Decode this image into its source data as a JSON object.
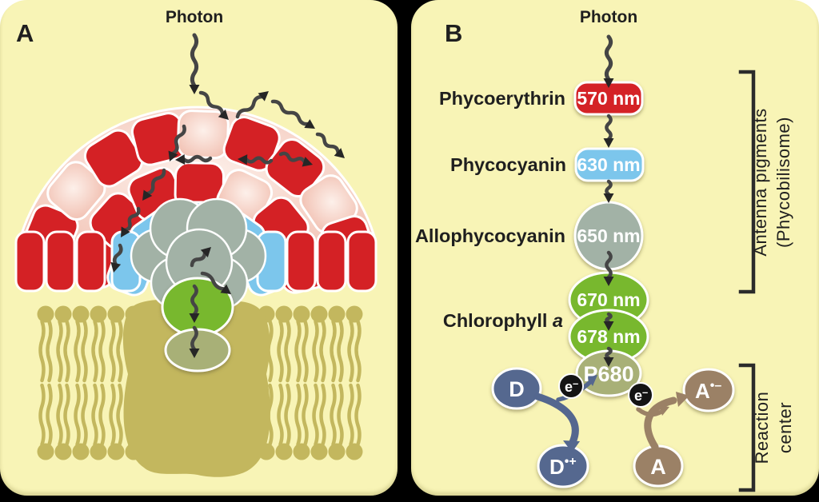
{
  "panel_a": {
    "label": "A",
    "photon_label": "Photon"
  },
  "panel_b": {
    "label": "B",
    "photon_label": "Photon",
    "pigment_labels": {
      "phycoerythrin": "Phycoerythrin",
      "phycocyanin": "Phycocyanin",
      "allophycocyanin": "Allophycocyanin",
      "chlorophyll_prefix": "Chlorophyll ",
      "chlorophyll_italic": "a"
    },
    "nodes": {
      "phycoerythrin_nm": "570 nm",
      "phycocyanin_nm": "630 nm",
      "allophycocyanin_nm": "650 nm",
      "chlorophyll_nm_1": "670 nm",
      "chlorophyll_nm_2": "678 nm",
      "reaction_center": "P680"
    },
    "reaction": {
      "donor": "D",
      "donor_oxidized_base": "D",
      "donor_oxidized_sup": "•+",
      "acceptor": "A",
      "acceptor_reduced_base": "A",
      "acceptor_reduced_sup": "•–",
      "electron_base": "e",
      "electron_sup": "–"
    },
    "brackets": {
      "antenna_line1": "Antenna pigments",
      "antenna_line2": "(Phycobilisome)",
      "reaction_line1": "Reaction",
      "reaction_line2": "center"
    }
  },
  "colors": {
    "page_background": "#000000",
    "corner_background": "#ffffff",
    "panel_background": "#f8f4b6",
    "phycoerythrin_red": "#d42125",
    "rod_pale_pink": "#f4c9bb",
    "phycocyanin_blue": "#7cc6ec",
    "allophycocyanin_gray": "#a2b2a6",
    "chlorophyll_green": "#78b82d",
    "p680_olive": "#a8b077",
    "membrane_khaki": "#c3b75e",
    "donor_blue": "#54678f",
    "acceptor_brown": "#9b8166",
    "electron_black": "#141414",
    "energy_arrow_dark": "#454545",
    "text_dark": "#1f1f1f"
  }
}
